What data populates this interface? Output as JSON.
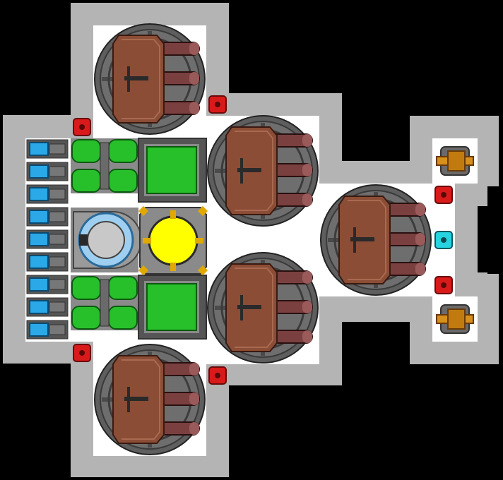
{
  "scene": {
    "kind": "spaceship-grid",
    "colors": {
      "background": "#000000",
      "hull": "#b4b4b4",
      "floor": "#ffffff",
      "turret_ring": "#5e5e5e",
      "turret_dark": "#3a3a3a",
      "turret_brown": "#8b4d36",
      "barrel": "#7a4040",
      "green_module": "#27c02b",
      "reactor_core": "#ffff00",
      "reactor_accent": "#e0a800",
      "fuel_cell": "#2aa8e8",
      "red_button": "#d81a1a",
      "cyan_button": "#27d3e0",
      "gun_orange": "#d8901c"
    }
  },
  "components": {
    "turrets": [
      {
        "id": "turret-top-left"
      },
      {
        "id": "turret-mid-upper"
      },
      {
        "id": "turret-right"
      },
      {
        "id": "turret-mid-lower"
      },
      {
        "id": "turret-bottom-left"
      }
    ],
    "fuel_cells_count": 9,
    "small_guns": [
      {
        "id": "gun-upper"
      },
      {
        "id": "gun-lower"
      }
    ],
    "buttons": [
      {
        "id": "red-button-1",
        "color": "red"
      },
      {
        "id": "red-button-2",
        "color": "red"
      },
      {
        "id": "red-button-3",
        "color": "red"
      },
      {
        "id": "red-button-4",
        "color": "red"
      },
      {
        "id": "red-button-5",
        "color": "red"
      },
      {
        "id": "red-button-6",
        "color": "red"
      },
      {
        "id": "cyan-button-1",
        "color": "cyan"
      }
    ]
  }
}
